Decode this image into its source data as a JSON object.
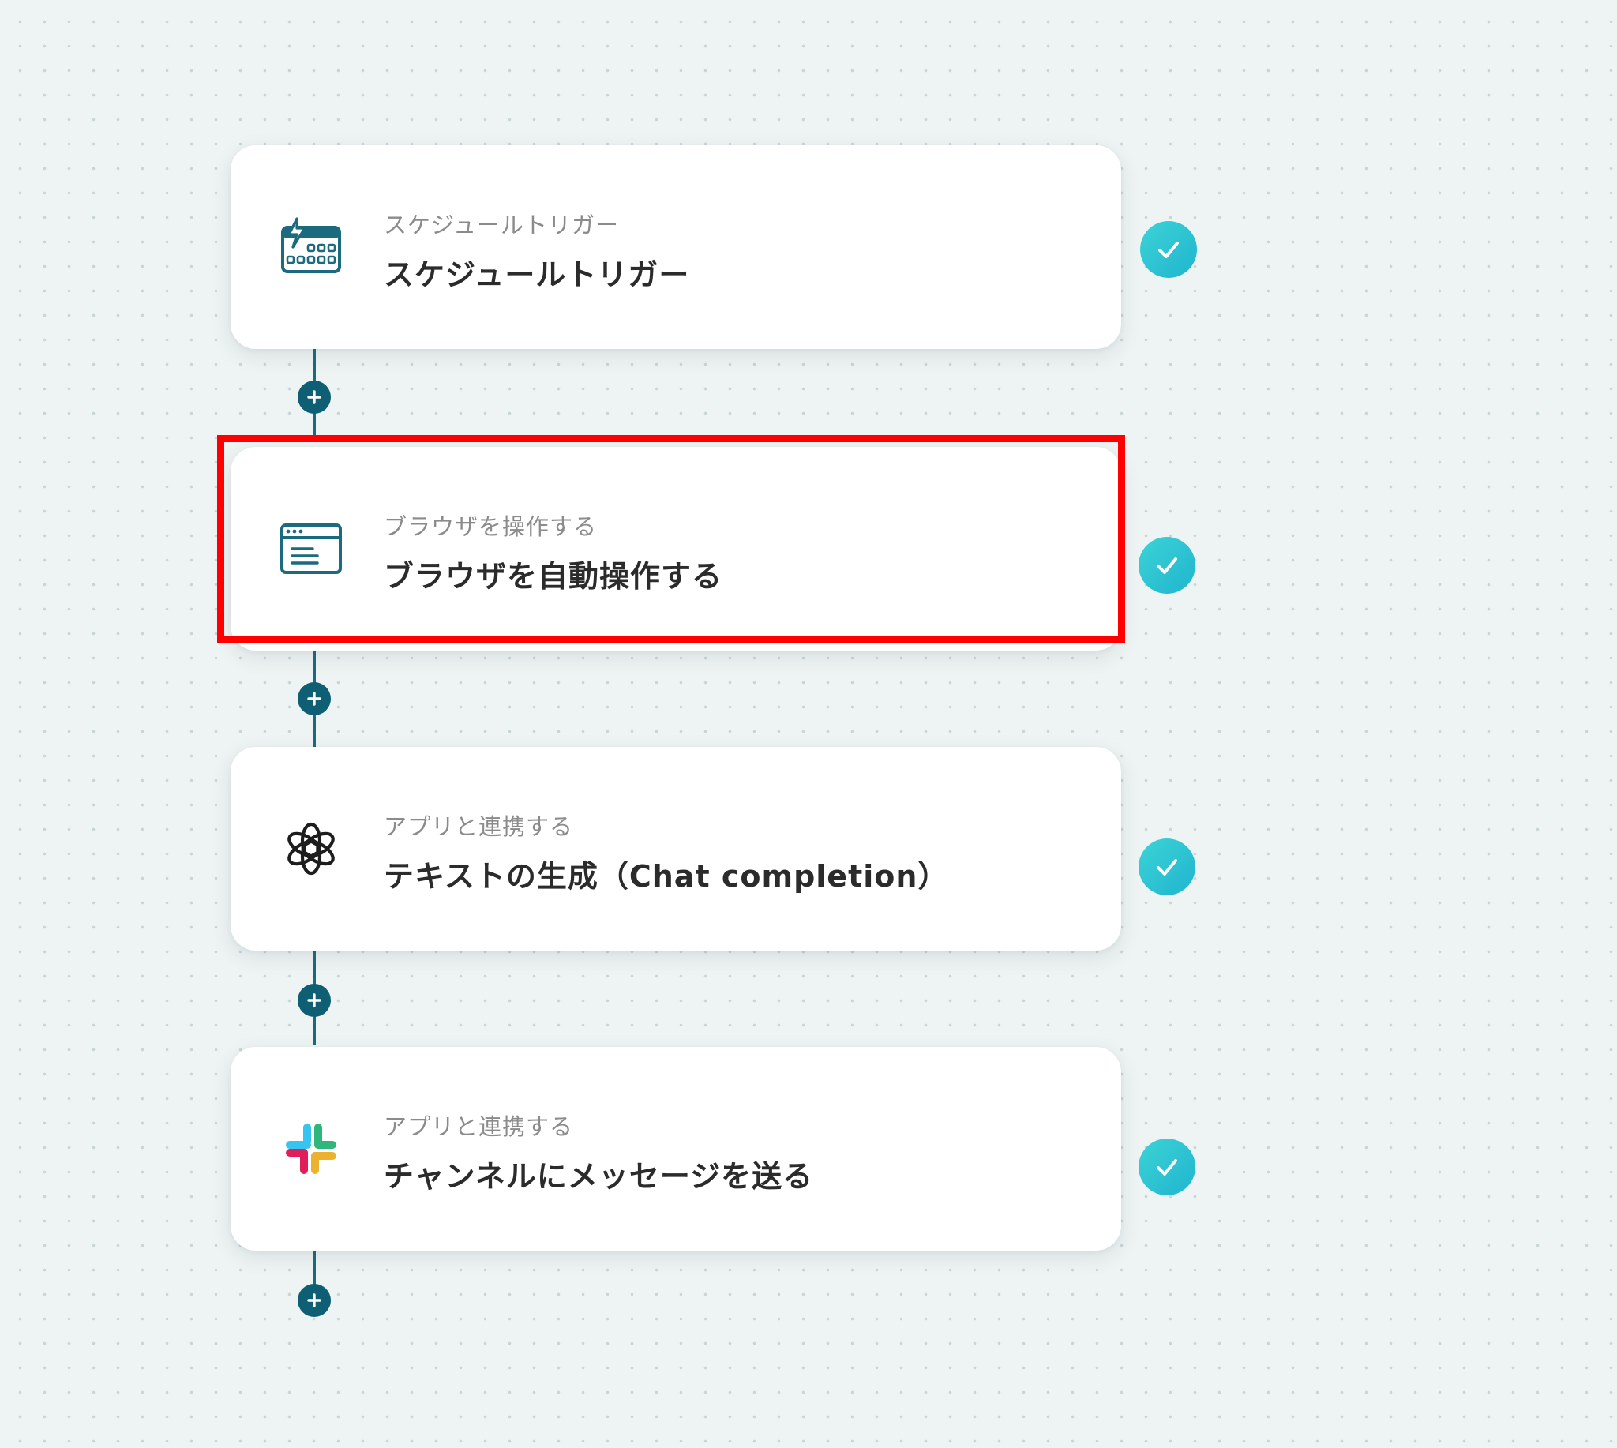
{
  "flow": {
    "steps": [
      {
        "subtitle": "スケジュールトリガー",
        "title": "スケジュールトリガー",
        "icon": "schedule-trigger-icon",
        "status": "completed"
      },
      {
        "subtitle": "ブラウザを操作する",
        "title": "ブラウザを自動操作する",
        "icon": "browser-window-icon",
        "status": "completed",
        "highlighted": true
      },
      {
        "subtitle": "アプリと連携する",
        "title": "テキストの生成（Chat completion）",
        "icon": "openai-logo-icon",
        "status": "completed"
      },
      {
        "subtitle": "アプリと連携する",
        "title": "チャンネルにメッセージを送る",
        "icon": "slack-logo-icon",
        "status": "completed"
      }
    ]
  },
  "colors": {
    "accent": "#0f5f74",
    "check": "#2cc6d3",
    "highlight": "#ff0000",
    "background": "#eef3f3"
  }
}
